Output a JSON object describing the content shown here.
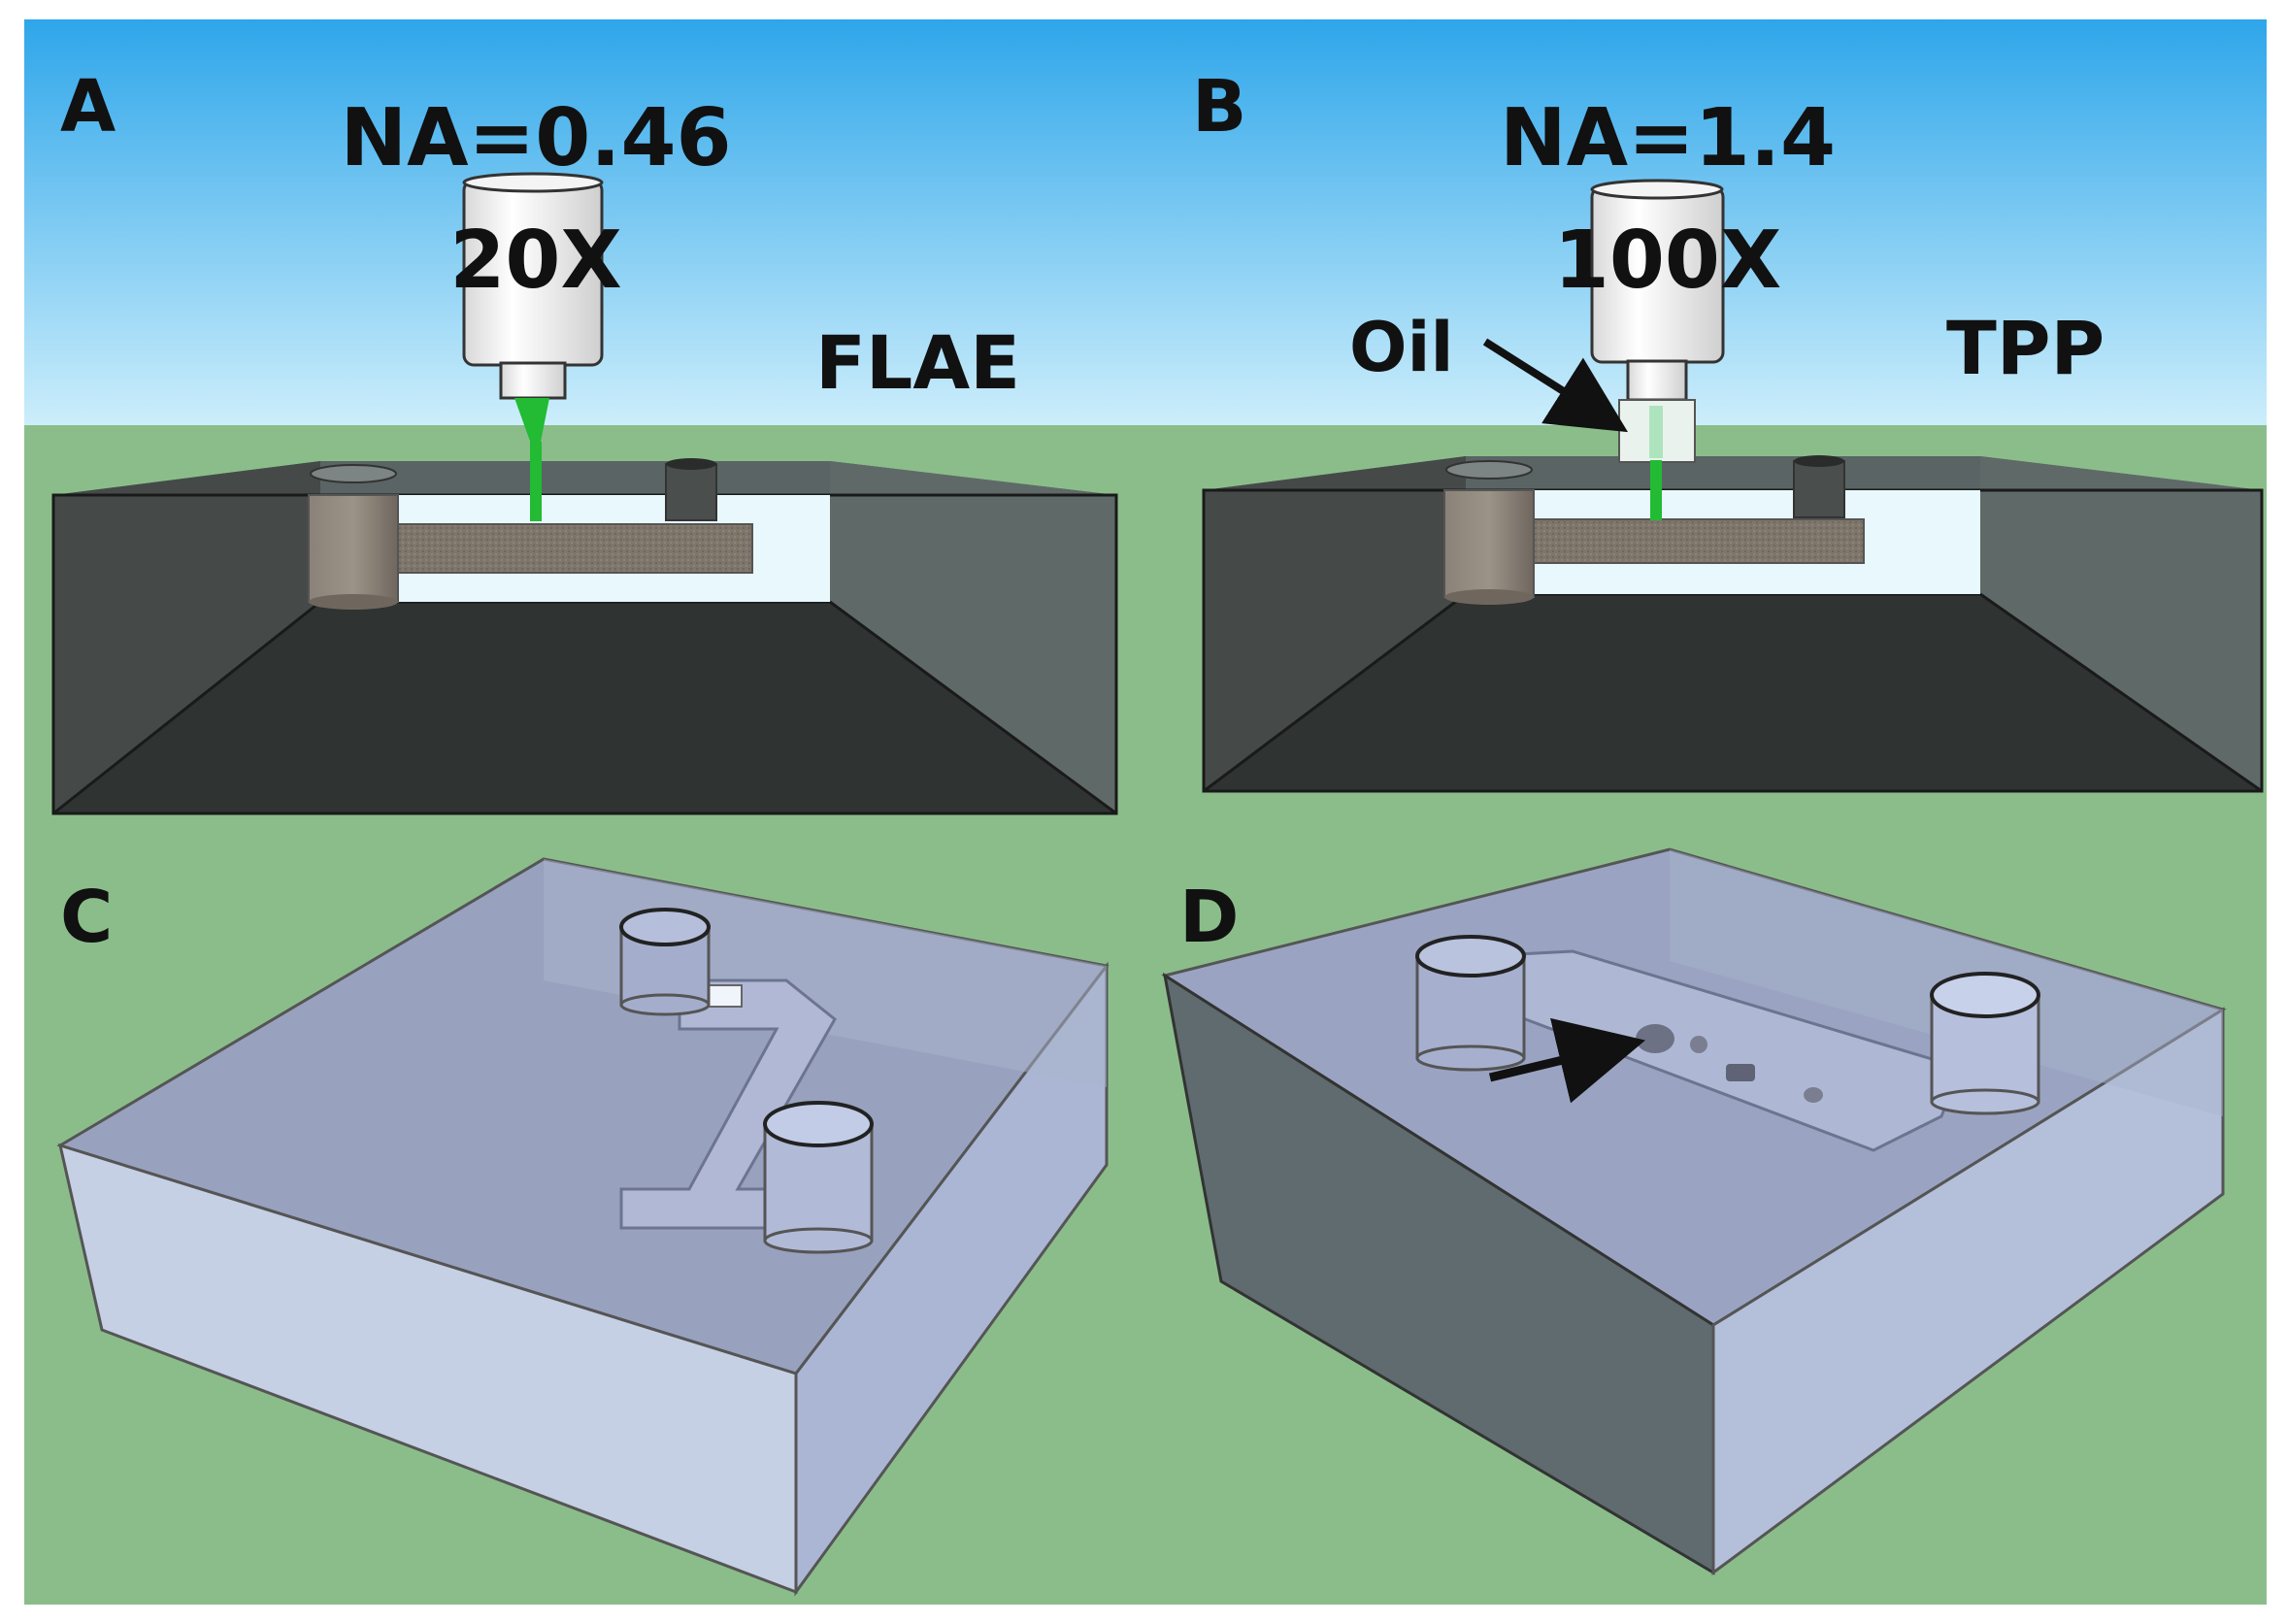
{
  "panels": {
    "a": {
      "letter": "A",
      "na": "NA=0.46",
      "mag": "20X",
      "method": "FLAE"
    },
    "b": {
      "letter": "B",
      "na": "NA=1.4",
      "mag": "100X",
      "method": "TPP",
      "oil": "Oil"
    },
    "c": {
      "letter": "C"
    },
    "d": {
      "letter": "D"
    }
  },
  "colors": {
    "sky_top": "#2fa8ea",
    "sky_bottom": "#cdeefb",
    "ground": "#8bbd8b",
    "dark_block": "#3b3f3e",
    "laser": "#22bb33",
    "glass": "#b8c4e2",
    "structure": "#7d7469"
  },
  "icons": [
    "objective-lens-icon",
    "arrow-icon"
  ]
}
